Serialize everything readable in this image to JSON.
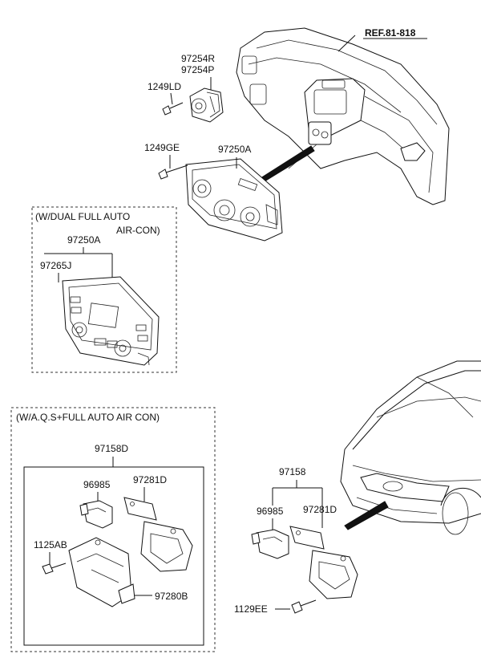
{
  "reference": "REF.81-818",
  "groups": {
    "dual": {
      "title_line1": "(W/DUAL FULL AUTO",
      "title_line2": "AIR-CON)"
    },
    "aqs": {
      "title": "(W/A.Q.S+FULL AUTO AIR CON)"
    }
  },
  "labels": {
    "p97254R": "97254R",
    "p97254P": "97254P",
    "p1249LD": "1249LD",
    "p1249GE": "1249GE",
    "p97250A_top": "97250A",
    "p97250A_dual": "97250A",
    "p97265J": "97265J",
    "p97158D": "97158D",
    "p96985_left": "96985",
    "p97281D_left": "97281D",
    "p1125AB": "1125AB",
    "p97280B": "97280B",
    "p97158": "97158",
    "p96985_right": "96985",
    "p97281D_right": "97281D",
    "p1129EE": "1129EE"
  }
}
